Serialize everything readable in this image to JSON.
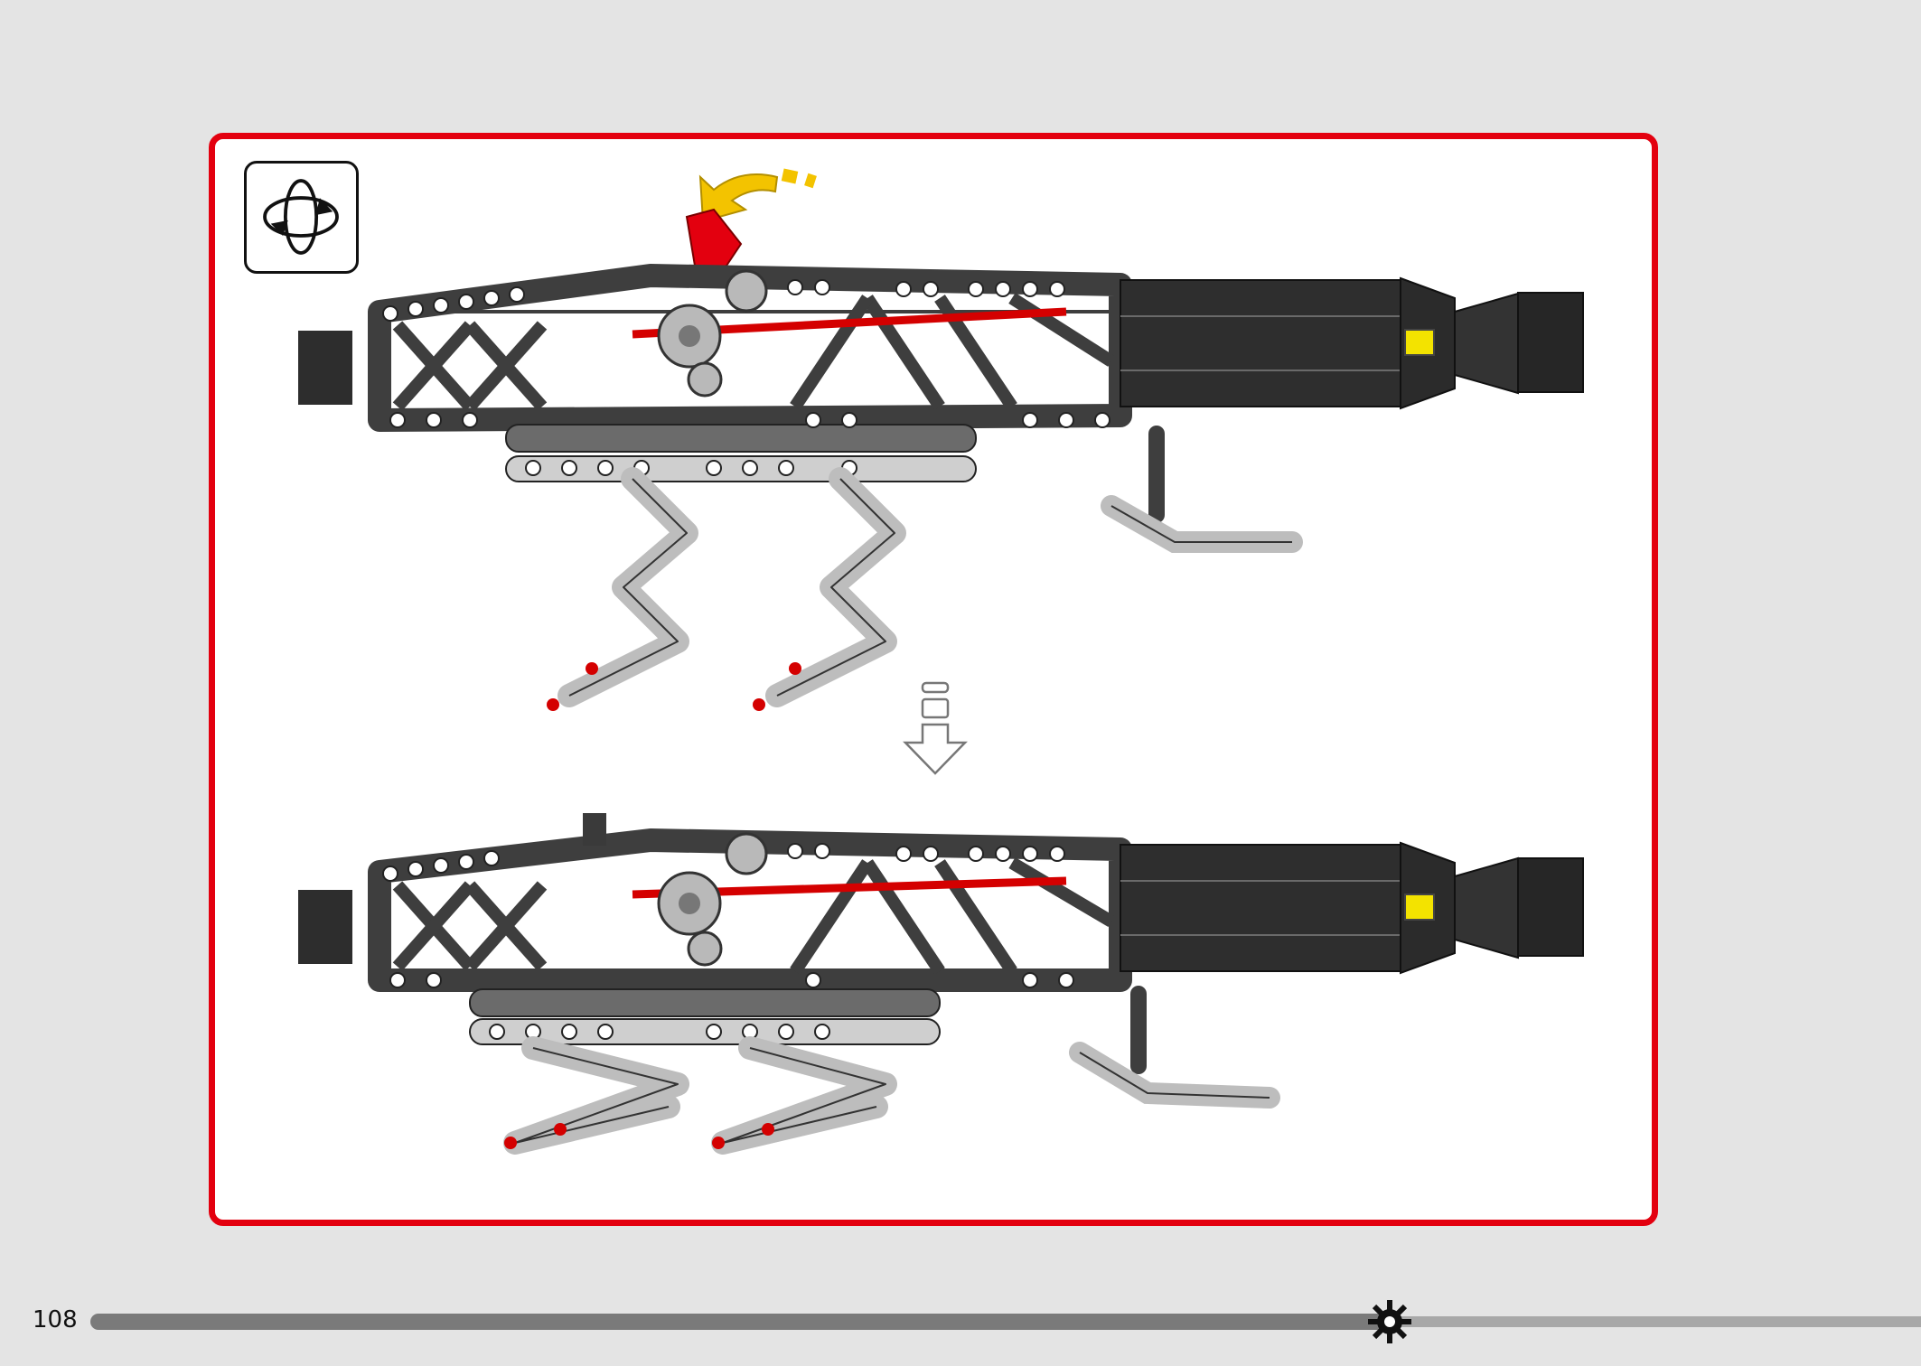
{
  "page": {
    "number": "108",
    "progress": 0.71
  },
  "colors": {
    "frame_red": "#e3000f",
    "arrow_yellow": "#f3c300",
    "beam_dark": "#3e3e3e",
    "beam_light": "#c8c8c8",
    "axle_red": "#d40000",
    "background": "#e4e4e4"
  },
  "icons": {
    "rotate": "rotate-model-icon",
    "down_arrow": "down-arrow-icon",
    "gear": "progress-gear-icon"
  },
  "illustrations": {
    "before": "model-before-step",
    "after": "model-after-step"
  }
}
